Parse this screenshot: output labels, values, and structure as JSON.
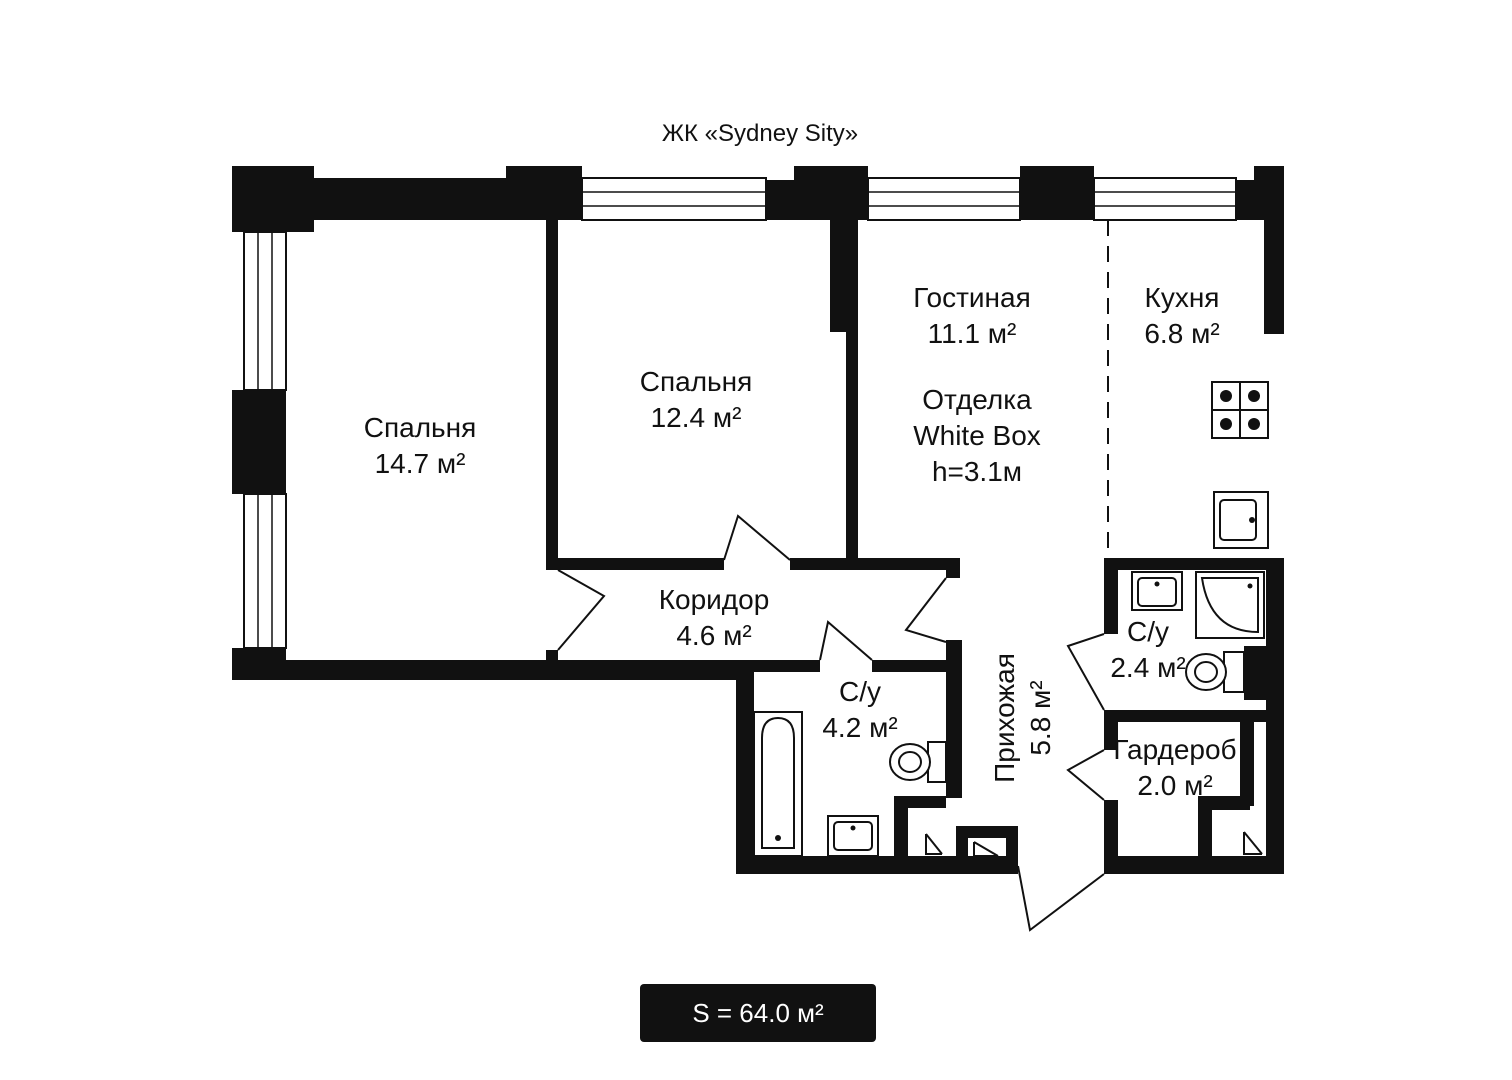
{
  "complex": {
    "name": "ЖК «Sydney Sity»"
  },
  "total": {
    "label": "S = 64.0 м²"
  },
  "colors": {
    "walls": "#111111",
    "background": "#ffffff",
    "badge_background": "#111111",
    "badge_text": "#ffffff"
  },
  "rooms": {
    "bedroom_large": {
      "name": "Спальня",
      "area": "14.7 м²"
    },
    "bedroom_small": {
      "name": "Спальня",
      "area": "12.4 м²"
    },
    "living": {
      "name": "Гостиная",
      "area": "11.1 м²"
    },
    "kitchen": {
      "name": "Кухня",
      "area": "6.8 м²"
    },
    "finish": {
      "line1": "Отделка",
      "line2": "White Box",
      "line3": "h=3.1м"
    },
    "corridor": {
      "name": "Коридор",
      "area": "4.6 м²"
    },
    "bathroom_main": {
      "name": "С/у",
      "area": "4.2 м²"
    },
    "bathroom_small": {
      "name": "С/у",
      "area": "2.4 м²"
    },
    "hallway": {
      "name": "Прихожая",
      "area": "5.8 м²"
    },
    "wardrobe": {
      "name": "Гардероб",
      "area": "2.0 м²"
    }
  },
  "icons": [
    "stove-icon",
    "sink-icon",
    "bathtub-icon",
    "toilet-icon",
    "shower-icon",
    "door-swing-icon",
    "window-icon"
  ]
}
